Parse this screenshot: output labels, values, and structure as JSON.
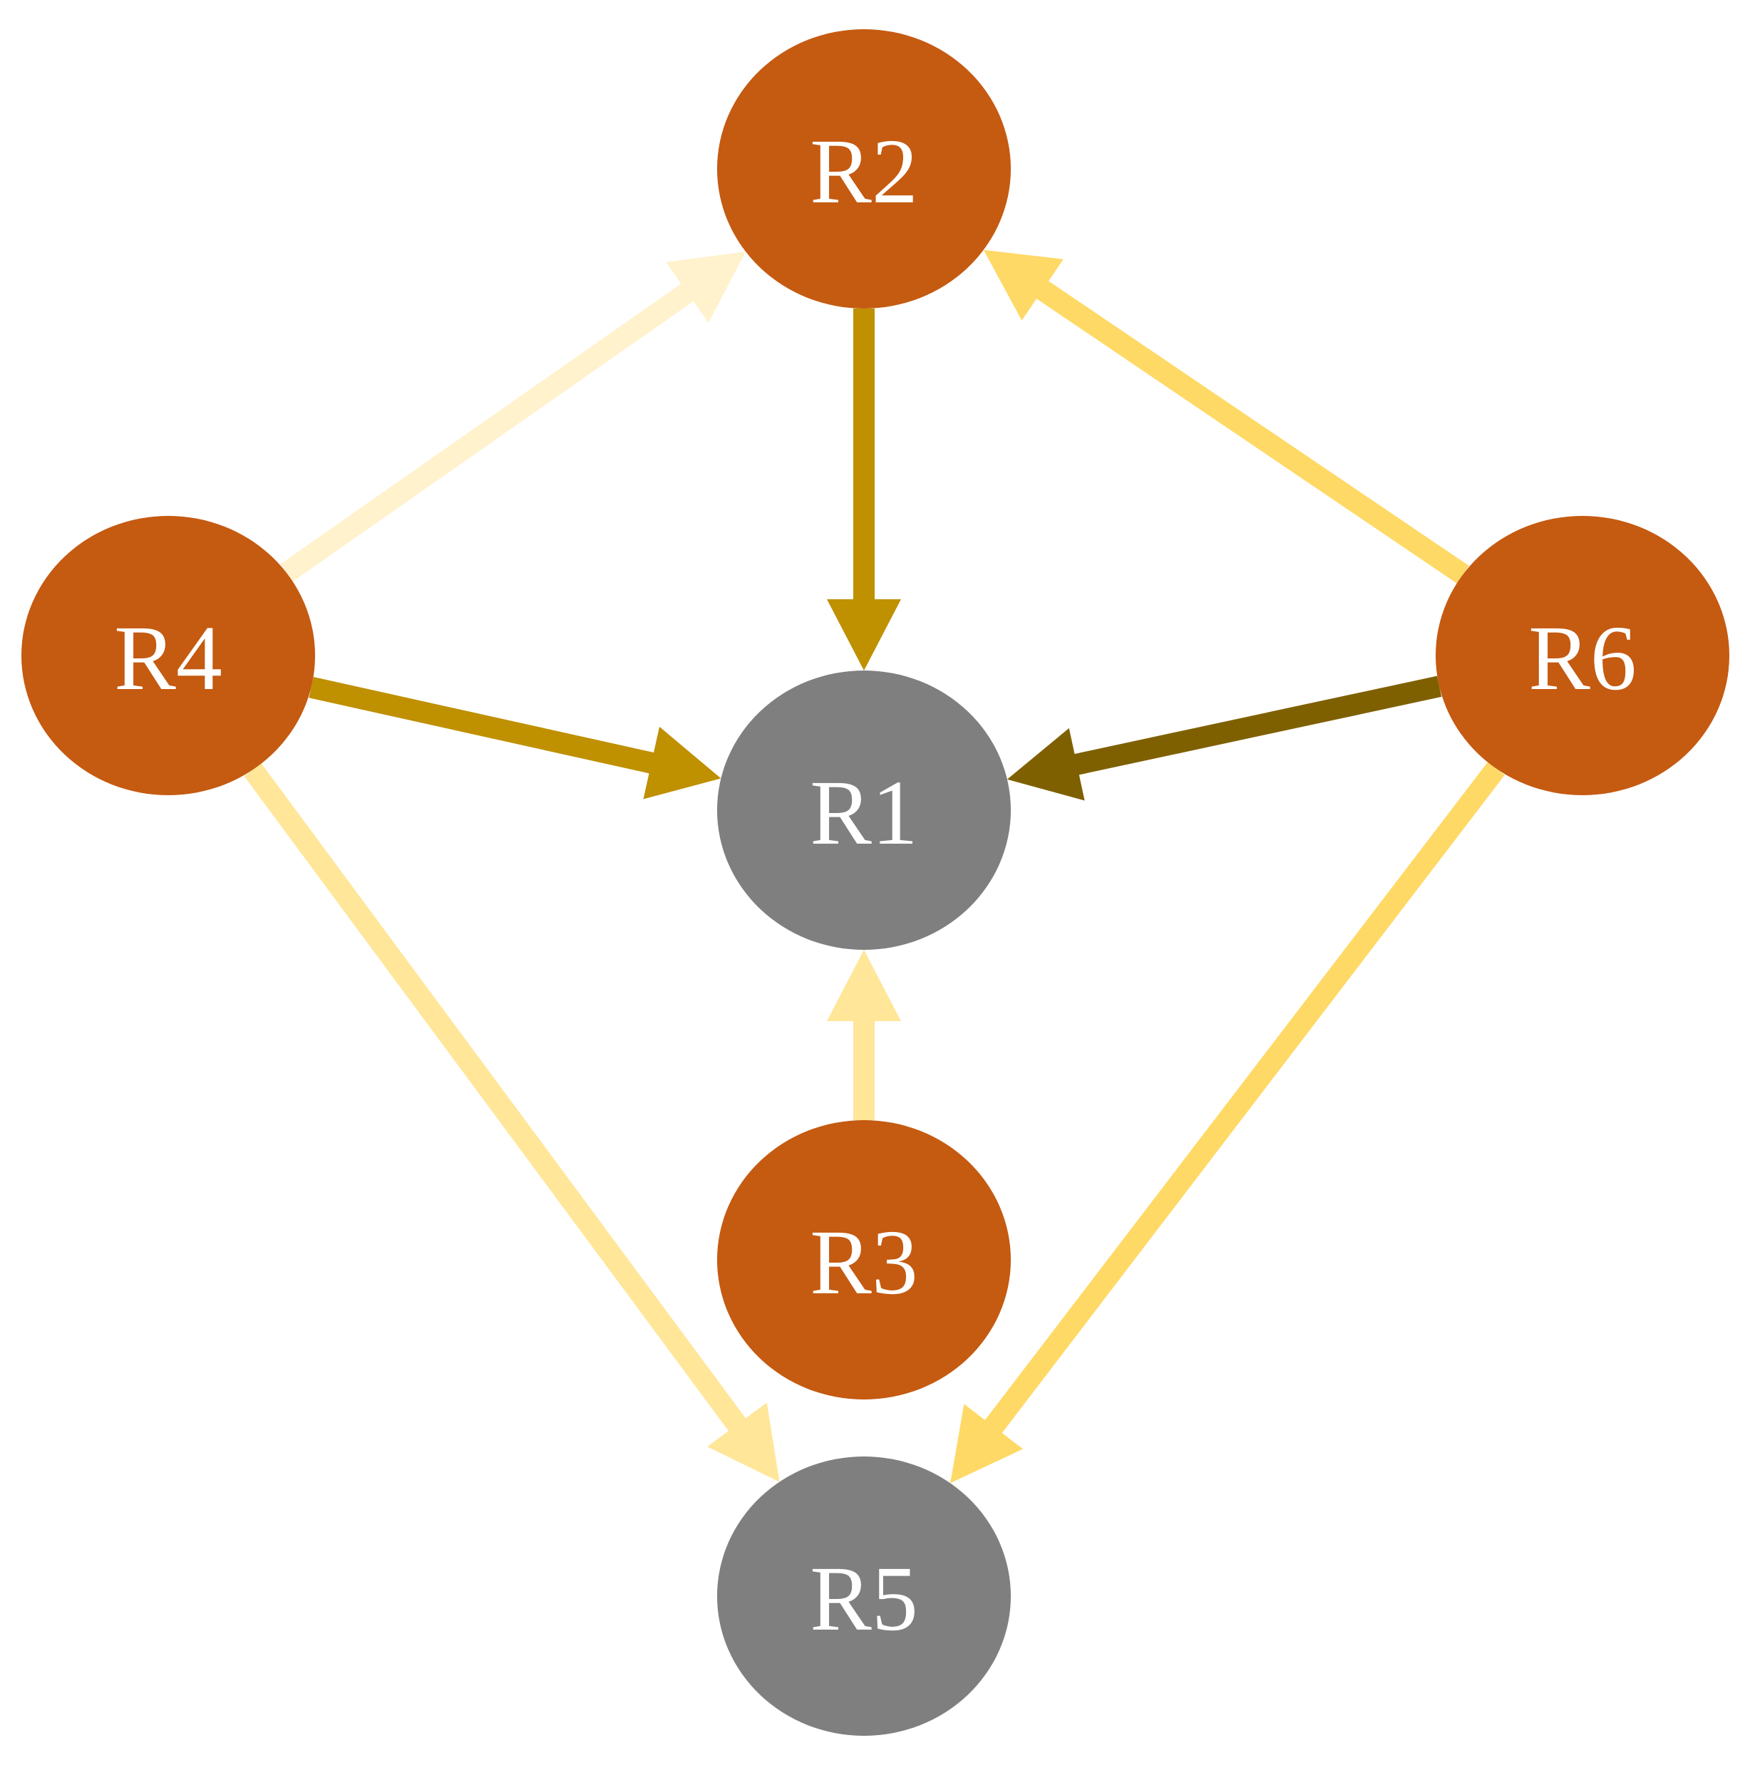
{
  "diagram": {
    "nodes": [
      {
        "id": "R1",
        "label": "R1",
        "color": "#7f7f7f"
      },
      {
        "id": "R2",
        "label": "R2",
        "color": "#c55a11"
      },
      {
        "id": "R3",
        "label": "R3",
        "color": "#c55a11"
      },
      {
        "id": "R4",
        "label": "R4",
        "color": "#c55a11"
      },
      {
        "id": "R5",
        "label": "R5",
        "color": "#7f7f7f"
      },
      {
        "id": "R6",
        "label": "R6",
        "color": "#c55a11"
      }
    ],
    "edges": [
      {
        "from": "R2",
        "to": "R1",
        "color": "#bf9000"
      },
      {
        "from": "R4",
        "to": "R1",
        "color": "#bf9000"
      },
      {
        "from": "R6",
        "to": "R1",
        "color": "#7f6000"
      },
      {
        "from": "R3",
        "to": "R1",
        "color": "#ffe699"
      },
      {
        "from": "R4",
        "to": "R2",
        "color": "#fff2cc"
      },
      {
        "from": "R6",
        "to": "R2",
        "color": "#ffd966"
      },
      {
        "from": "R4",
        "to": "R5",
        "color": "#ffe699"
      },
      {
        "from": "R6",
        "to": "R5",
        "color": "#ffd966"
      }
    ]
  }
}
